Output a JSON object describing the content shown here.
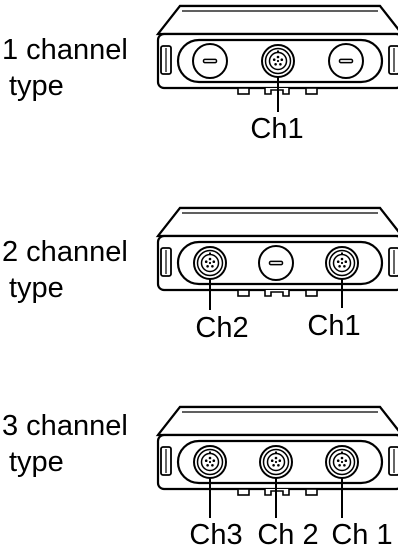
{
  "panels": [
    {
      "type_line1": "1 channel",
      "type_line2": "type",
      "connectors": [
        "Ch1"
      ]
    },
    {
      "type_line1": "2 channel",
      "type_line2": "type",
      "connectors": [
        "Ch2",
        "Ch1"
      ]
    },
    {
      "type_line1": "3 channel",
      "type_line2": "type",
      "connectors": [
        "Ch3",
        "Ch 2",
        "Ch 1"
      ]
    }
  ],
  "colors": {
    "line": "#000000",
    "background": "#ffffff"
  },
  "icons": [
    "blank-plug-icon",
    "connector-socket-icon"
  ]
}
